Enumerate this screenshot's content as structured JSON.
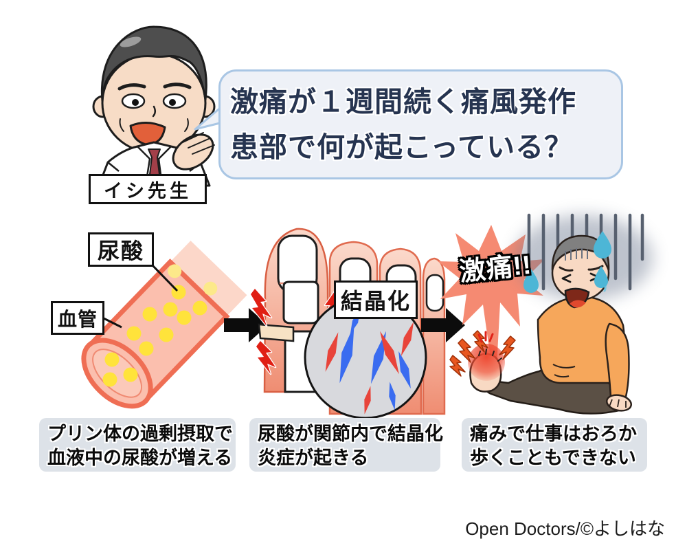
{
  "header": {
    "doctor_name": "イシ先生",
    "speech_line1": "激痛が１週間続く痛風発作",
    "speech_line2": "患部で何が起こっている？"
  },
  "diagram": {
    "panel1": {
      "label_uric_acid": "尿酸",
      "label_blood_vessel": "血管",
      "caption_line1": "プリン体の過剰摂取で",
      "caption_line2": "血液中の尿酸が増える"
    },
    "panel2": {
      "label_crystallization": "結晶化",
      "caption_line1": "尿酸が関節内で結晶化",
      "caption_line2": "炎症が起きる"
    },
    "panel3": {
      "pain_burst": "激痛!!",
      "caption_line1": "痛みで仕事はおろか",
      "caption_line2": "歩くこともできない"
    }
  },
  "footer": {
    "credit": "Open Doctors/©よしはな"
  },
  "colors": {
    "bubble_border": "#a9c6e4",
    "bubble_fill": "#eef1f7",
    "bubble_text": "#263450",
    "caption_bg": "#dde2e8",
    "starburst": "#f58a72",
    "vessel_fill": "#fbbfae",
    "vessel_stroke": "#ef6e54",
    "uric_acid_dot": "#ffe33b",
    "crystal_red": "#e8443a",
    "crystal_blue": "#3a6cf0",
    "sweater_orange": "#f6a75b",
    "pants_brown": "#5b5045",
    "sweat_blue": "#4db6d6",
    "arrow_black": "#0c0c0c"
  }
}
